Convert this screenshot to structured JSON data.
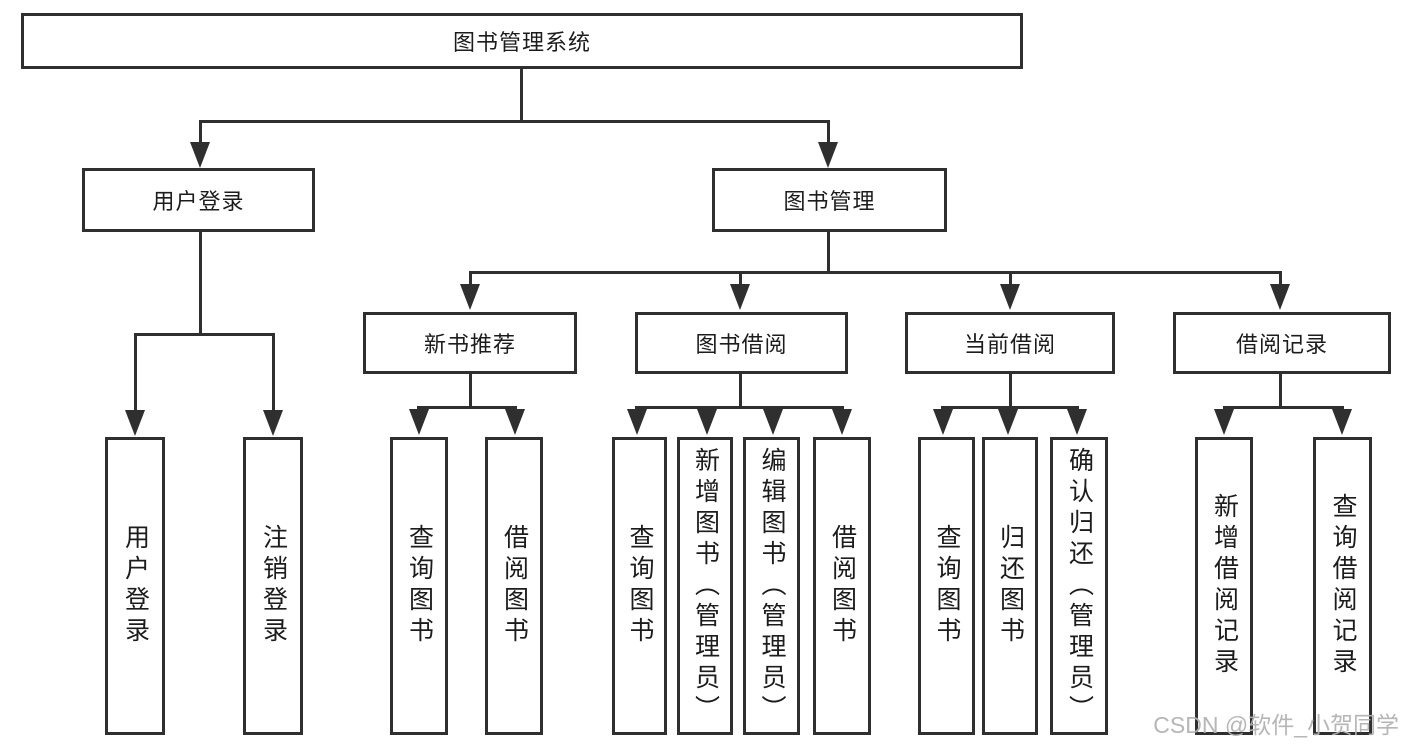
{
  "tree": {
    "label": "图书管理系统",
    "children": [
      {
        "label": "用户登录",
        "children": [
          {
            "label": "用户登录"
          },
          {
            "label": "注销登录"
          }
        ]
      },
      {
        "label": "图书管理",
        "children": [
          {
            "label": "新书推荐",
            "children": [
              {
                "label": "查询图书"
              },
              {
                "label": "借阅图书"
              }
            ]
          },
          {
            "label": "图书借阅",
            "children": [
              {
                "label": "查询图书"
              },
              {
                "label": "新增图书（管理员）"
              },
              {
                "label": "编辑图书（管理员）"
              },
              {
                "label": "借阅图书"
              }
            ]
          },
          {
            "label": "当前借阅",
            "children": [
              {
                "label": "查询图书"
              },
              {
                "label": "归还图书"
              },
              {
                "label": "确认归还（管理员）"
              }
            ]
          },
          {
            "label": "借阅记录",
            "children": [
              {
                "label": "新增借阅记录"
              },
              {
                "label": "查询借阅记录"
              }
            ]
          }
        ]
      }
    ]
  },
  "watermark": {
    "text": "CSDN @软件_小贺同学"
  },
  "colors": {
    "line": "#2f2f2f",
    "text": "#1c1c1c",
    "background": "#ffffff",
    "watermark": "#b2b2b2"
  }
}
